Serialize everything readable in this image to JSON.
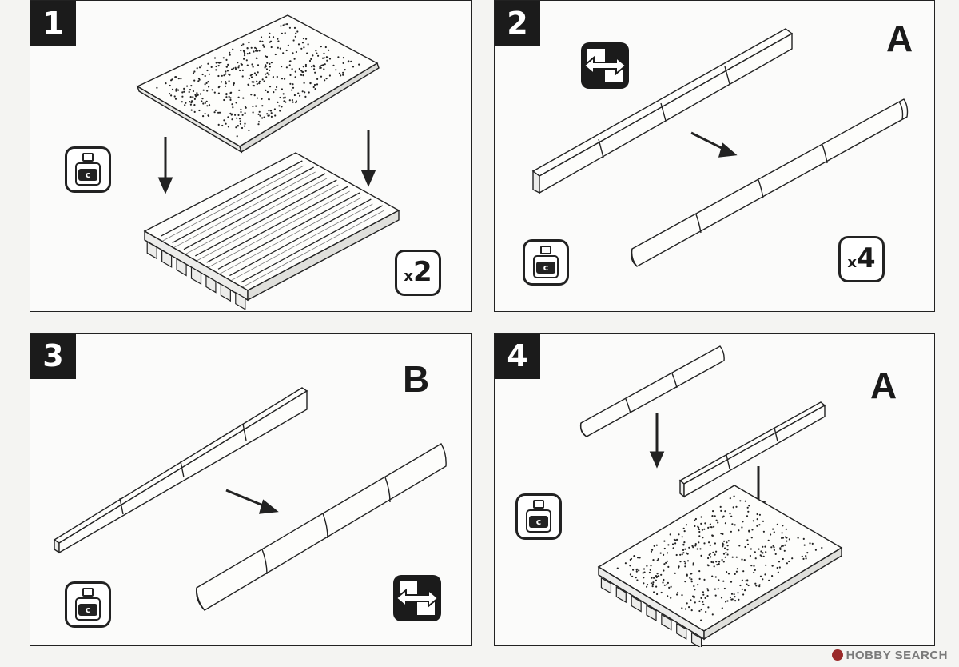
{
  "steps": [
    {
      "number": "1",
      "letter": "",
      "multiplier": "x2"
    },
    {
      "number": "2",
      "letter": "A",
      "multiplier": "x4"
    },
    {
      "number": "3",
      "letter": "B",
      "multiplier": ""
    },
    {
      "number": "4",
      "letter": "A",
      "multiplier": ""
    }
  ],
  "multipliers": {
    "step1": {
      "x": "x",
      "n": "2"
    },
    "step2": {
      "x": "x",
      "n": "4"
    }
  },
  "glue_label": "c",
  "icons": {
    "glue": "cement-bottle-icon",
    "flip": "flip-part-icon",
    "arrow": "direction-arrow-icon"
  },
  "watermark": "HOBBY SEARCH",
  "colors": {
    "ink": "#1b1b1b",
    "paper": "#fbfbfa",
    "watermark": "#7a7a7a"
  }
}
